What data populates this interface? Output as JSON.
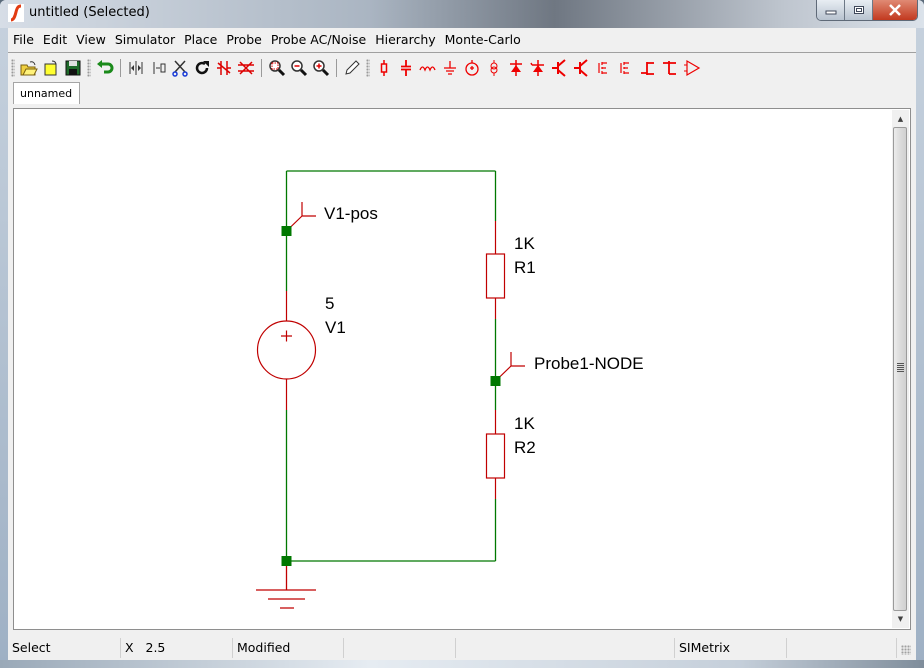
{
  "window": {
    "title": "untitled (Selected)",
    "controls": {
      "minimize": "minimize",
      "maximize": "maximize",
      "close": "close"
    }
  },
  "menubar": {
    "items": [
      "File",
      "Edit",
      "View",
      "Simulator",
      "Place",
      "Probe",
      "Probe AC/Noise",
      "Hierarchy",
      "Monte-Carlo"
    ]
  },
  "toolbar": {
    "file_group": [
      "open-folder-icon",
      "new-document-icon",
      "save-icon"
    ],
    "edit_group": [
      "undo-icon",
      "mirror-horizontal-icon",
      "flip-vertical-icon",
      "cut-icon",
      "rotate-icon",
      "disconnect-wire-icon",
      "delete-wires-icon"
    ],
    "zoom_group": [
      "zoom-fit-icon",
      "zoom-out-icon",
      "zoom-in-icon"
    ],
    "draw_group": [
      "pencil-wire-icon"
    ],
    "parts_group": [
      "resistor-icon",
      "capacitor-icon",
      "inductor-icon",
      "ground-icon",
      "voltage-source-icon",
      "current-source-icon",
      "diode-icon",
      "zener-diode-icon",
      "npn-transistor-icon",
      "pnp-transistor-icon",
      "nmos-icon",
      "pmos-icon",
      "njfet-icon",
      "pjfet-icon",
      "opamp-icon"
    ],
    "accent_color": "#e00000"
  },
  "tabs": [
    {
      "label": "unnamed",
      "active": true
    }
  ],
  "schematic": {
    "wire_color": "#007800",
    "component_color": "#c00000",
    "components": [
      {
        "ref": "V1",
        "value": "5",
        "type": "voltage-source",
        "polarity_mark": "+"
      },
      {
        "ref": "R1",
        "value": "1K",
        "type": "resistor"
      },
      {
        "ref": "R2",
        "value": "1K",
        "type": "resistor"
      }
    ],
    "probes": [
      {
        "label": "V1-pos"
      },
      {
        "label": "Probe1-NODE"
      }
    ],
    "ground": "ground-symbol"
  },
  "statusbar": {
    "mode": "Select",
    "coord_label": "X",
    "coord_value": "2.5",
    "state": "Modified",
    "cell4": "",
    "cell5": "",
    "app_name": "SIMetrix",
    "cell7": ""
  }
}
